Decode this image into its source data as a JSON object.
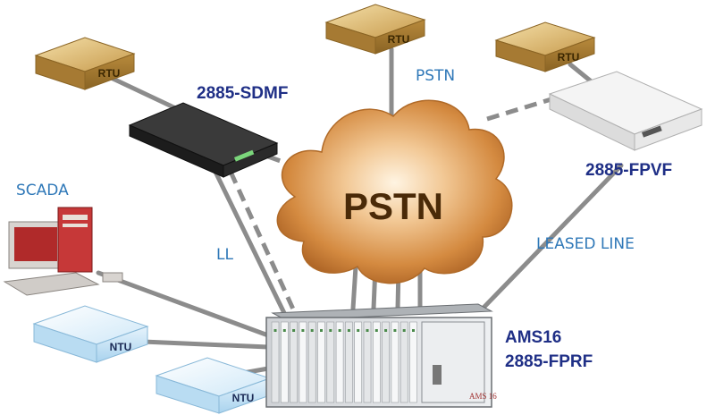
{
  "devices": {
    "rtu_label": "RTU",
    "ntu_label": "NTU",
    "sdmf_model": "2885-SDMF",
    "fpvf_model": "2885-FPVF",
    "ams_model": "AMS16",
    "fprf_model": "2885-FPRF",
    "rack_brand": "AMS 16"
  },
  "network": {
    "cloud_label": "PSTN",
    "pstn_link_label": "PSTN",
    "leased_line_label": "LEASED LINE",
    "ll_label": "LL",
    "scada_label": "SCADA"
  },
  "colors": {
    "text_bold": "#1f2f86",
    "text_blue": "#2f78b8",
    "line_gray": "#8c8c8c",
    "rtu_box": "#c9a45c",
    "ntu_box": "#cfe7f7",
    "cloud": "#d89a52"
  }
}
